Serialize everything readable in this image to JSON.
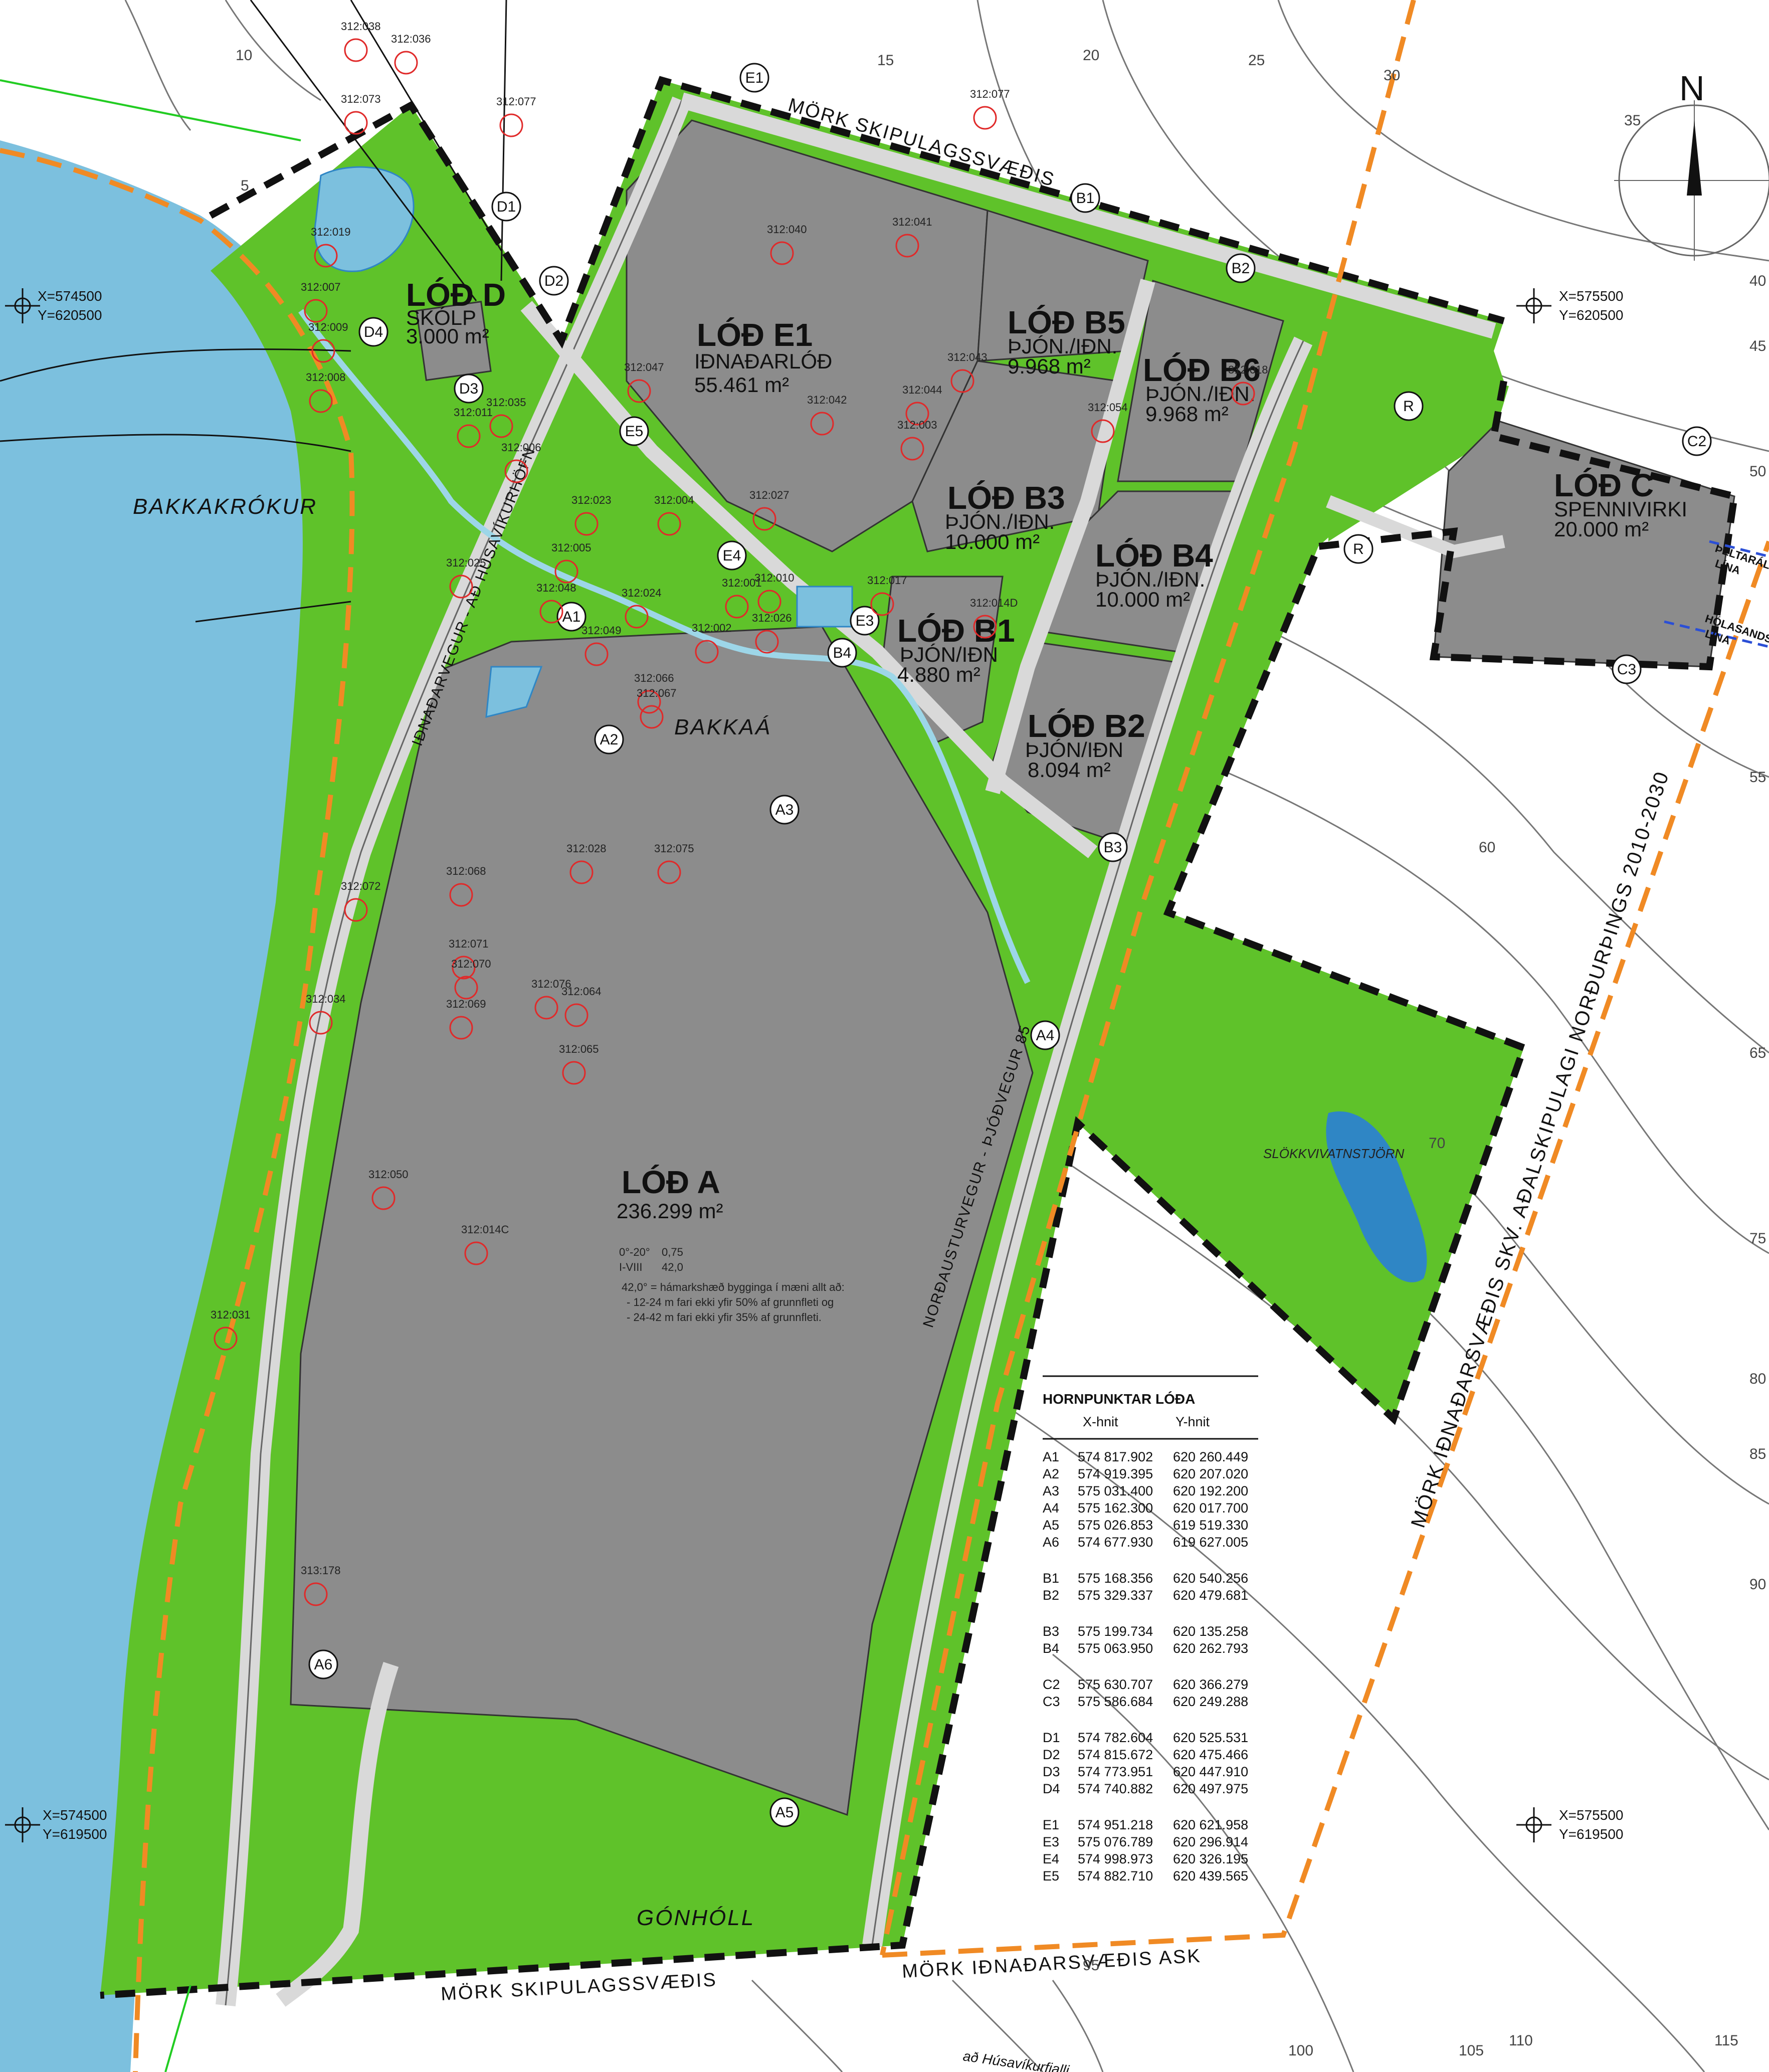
{
  "lots": {
    "A": {
      "title": "LÓÐ A",
      "use": "",
      "area": "236.299 m²"
    },
    "B1": {
      "title": "LÓÐ B1",
      "use": "ÞJÓN/IÐN",
      "area": "4.880 m²"
    },
    "B2": {
      "title": "LÓÐ B2",
      "use": "ÞJÓN/IÐN",
      "area": "8.094 m²"
    },
    "B3": {
      "title": "LÓÐ B3",
      "use": "ÞJÓN./IÐN.",
      "area": "10.000 m²"
    },
    "B4": {
      "title": "LÓÐ B4",
      "use": "ÞJÓN./IÐN.",
      "area": "10.000 m²"
    },
    "B5": {
      "title": "LÓÐ B5",
      "use": "ÞJÓN./IÐN.",
      "area": "9.968 m²"
    },
    "B6": {
      "title": "LÓÐ B6",
      "use": "ÞJÓN./IÐN.",
      "area": "9.968 m²"
    },
    "C": {
      "title": "LÓÐ C",
      "use": "SPENNIVIRKI",
      "area": "20.000 m²"
    },
    "D": {
      "title": "LÓÐ D",
      "use": "SKÓLP",
      "area": "3.000 m²"
    },
    "E1": {
      "title": "LÓÐ E1",
      "use": "IÐNAÐARLÓÐ",
      "area": "55.461 m²"
    }
  },
  "lot_a_note": [
    "42,0° = hámarkshæð bygginga í mæni allt að:",
    "- 12-24 m fari ekki yfir 50% af grunnfleti og",
    "- 24-42 m fari ekki yfir 35% af grunnfleti."
  ],
  "lot_a_terms": {
    "slope": "0°-20°",
    "ratio": "0,75",
    "floors": "I-VIII",
    "height": "42,0"
  },
  "places": {
    "bakkakrokur": "BAKKAKRÓKUR",
    "bakkaa": "BAKKAÁ",
    "gonholl": "GÓNHÓLL",
    "slokkvi": "SLÖKKVIVATNSTJÖRN"
  },
  "roads": {
    "idnadarvegur": "IÐNAÐARVEGUR - AÐ HÚSAVÍKURHÖFN",
    "nordausturvegur": "NORÐAUSTURVEGUR - ÞJÓÐVEGUR 85",
    "husavikurfjalli": "að Húsavíkurfjalli"
  },
  "boundaries": {
    "top": "MÖRK SKIPULAGSSVÆÐIS",
    "bottom": "MÖRK SKIPULAGSSVÆÐIS",
    "ask": "MÖRK IÐNAÐARSVÆÐIS ASK",
    "diag": "MÖRK IÐNAÐARSVÆÐIS SKV. AÐALSKIPULAGI NORÐURÞINGS 2010-2030",
    "beltaral": "ÞELTARÁL-",
    "beltaral2": "LÍNA",
    "holasands": "HÓLASANDS-",
    "holasands2": "LÍNA"
  },
  "north": "N",
  "grid": [
    {
      "x": "X=574500",
      "y": "Y=620500"
    },
    {
      "x": "X=575500",
      "y": "Y=620500"
    },
    {
      "x": "X=574500",
      "y": "Y=619500"
    },
    {
      "x": "X=575500",
      "y": "Y=619500"
    }
  ],
  "table": {
    "title": "HORNPUNKTAR LÓÐA",
    "col_x": "X-hnit",
    "col_y": "Y-hnit",
    "groups": [
      [
        [
          "A1",
          "574 817.902",
          "620 260.449"
        ],
        [
          "A2",
          "574 919.395",
          "620 207.020"
        ],
        [
          "A3",
          "575 031.400",
          "620 192.200"
        ],
        [
          "A4",
          "575 162.300",
          "620 017.700"
        ],
        [
          "A5",
          "575 026.853",
          "619 519.330"
        ],
        [
          "A6",
          "574 677.930",
          "619 627.005"
        ]
      ],
      [
        [
          "B1",
          "575 168.356",
          "620 540.256"
        ],
        [
          "B2",
          "575 329.337",
          "620 479.681"
        ]
      ],
      [
        [
          "B3",
          "575 199.734",
          "620 135.258"
        ],
        [
          "B4",
          "575 063.950",
          "620 262.793"
        ]
      ],
      [
        [
          "C2",
          "575 630.707",
          "620 366.279"
        ],
        [
          "C3",
          "575 586.684",
          "620 249.288"
        ]
      ],
      [
        [
          "D1",
          "574 782.604",
          "620 525.531"
        ],
        [
          "D2",
          "574 815.672",
          "620 475.466"
        ],
        [
          "D3",
          "574 773.951",
          "620 447.910"
        ],
        [
          "D4",
          "574 740.882",
          "620 497.975"
        ]
      ],
      [
        [
          "E1",
          "574 951.218",
          "620 621.958"
        ],
        [
          "E3",
          "575 076.789",
          "620 296.914"
        ],
        [
          "E4",
          "574 998.973",
          "620 326.195"
        ],
        [
          "E5",
          "574 882.710",
          "620 439.565"
        ]
      ]
    ]
  },
  "points": [
    "A1",
    "A2",
    "A3",
    "A4",
    "A5",
    "A6",
    "B1",
    "B2",
    "B3",
    "B4",
    "C2",
    "C3",
    "D1",
    "D2",
    "D3",
    "D4",
    "E1",
    "E3",
    "E4",
    "E5",
    "R",
    "R"
  ],
  "contours": [
    "5",
    "10",
    "15",
    "20",
    "25",
    "30",
    "35",
    "40",
    "45",
    "50",
    "55",
    "60",
    "65",
    "70",
    "75",
    "80",
    "85",
    "90",
    "95",
    "100",
    "105",
    "110",
    "115"
  ],
  "lot_labels": [
    "312:019",
    "312:007",
    "312:009",
    "312:008",
    "312:011",
    "312:035",
    "312:006",
    "312:023",
    "312:005",
    "312:025",
    "312:048",
    "312:024",
    "312:049",
    "312:066",
    "312:067",
    "312:068",
    "312:028",
    "312:075",
    "312:071",
    "312:070",
    "312:069",
    "312:076",
    "312:064",
    "312:065",
    "312:072",
    "312:034",
    "312:050",
    "312:014C",
    "312:031",
    "313:178",
    "312:038",
    "312:036",
    "312:073",
    "312:077",
    "312:040",
    "312:041",
    "312:042",
    "312:043",
    "312:044",
    "312:003",
    "312:047",
    "312:004",
    "312:027",
    "312:001",
    "312:002",
    "312:010",
    "312:017",
    "312:026",
    "312:014D",
    "312:018",
    "312:054",
    "312:077"
  ],
  "colors": {
    "green": "#5fc22a",
    "gray": "#8c8c8c",
    "water": "#7cc0de",
    "pond": "#2f86c5",
    "orange": "#f08a24",
    "boundary": "#111111"
  }
}
